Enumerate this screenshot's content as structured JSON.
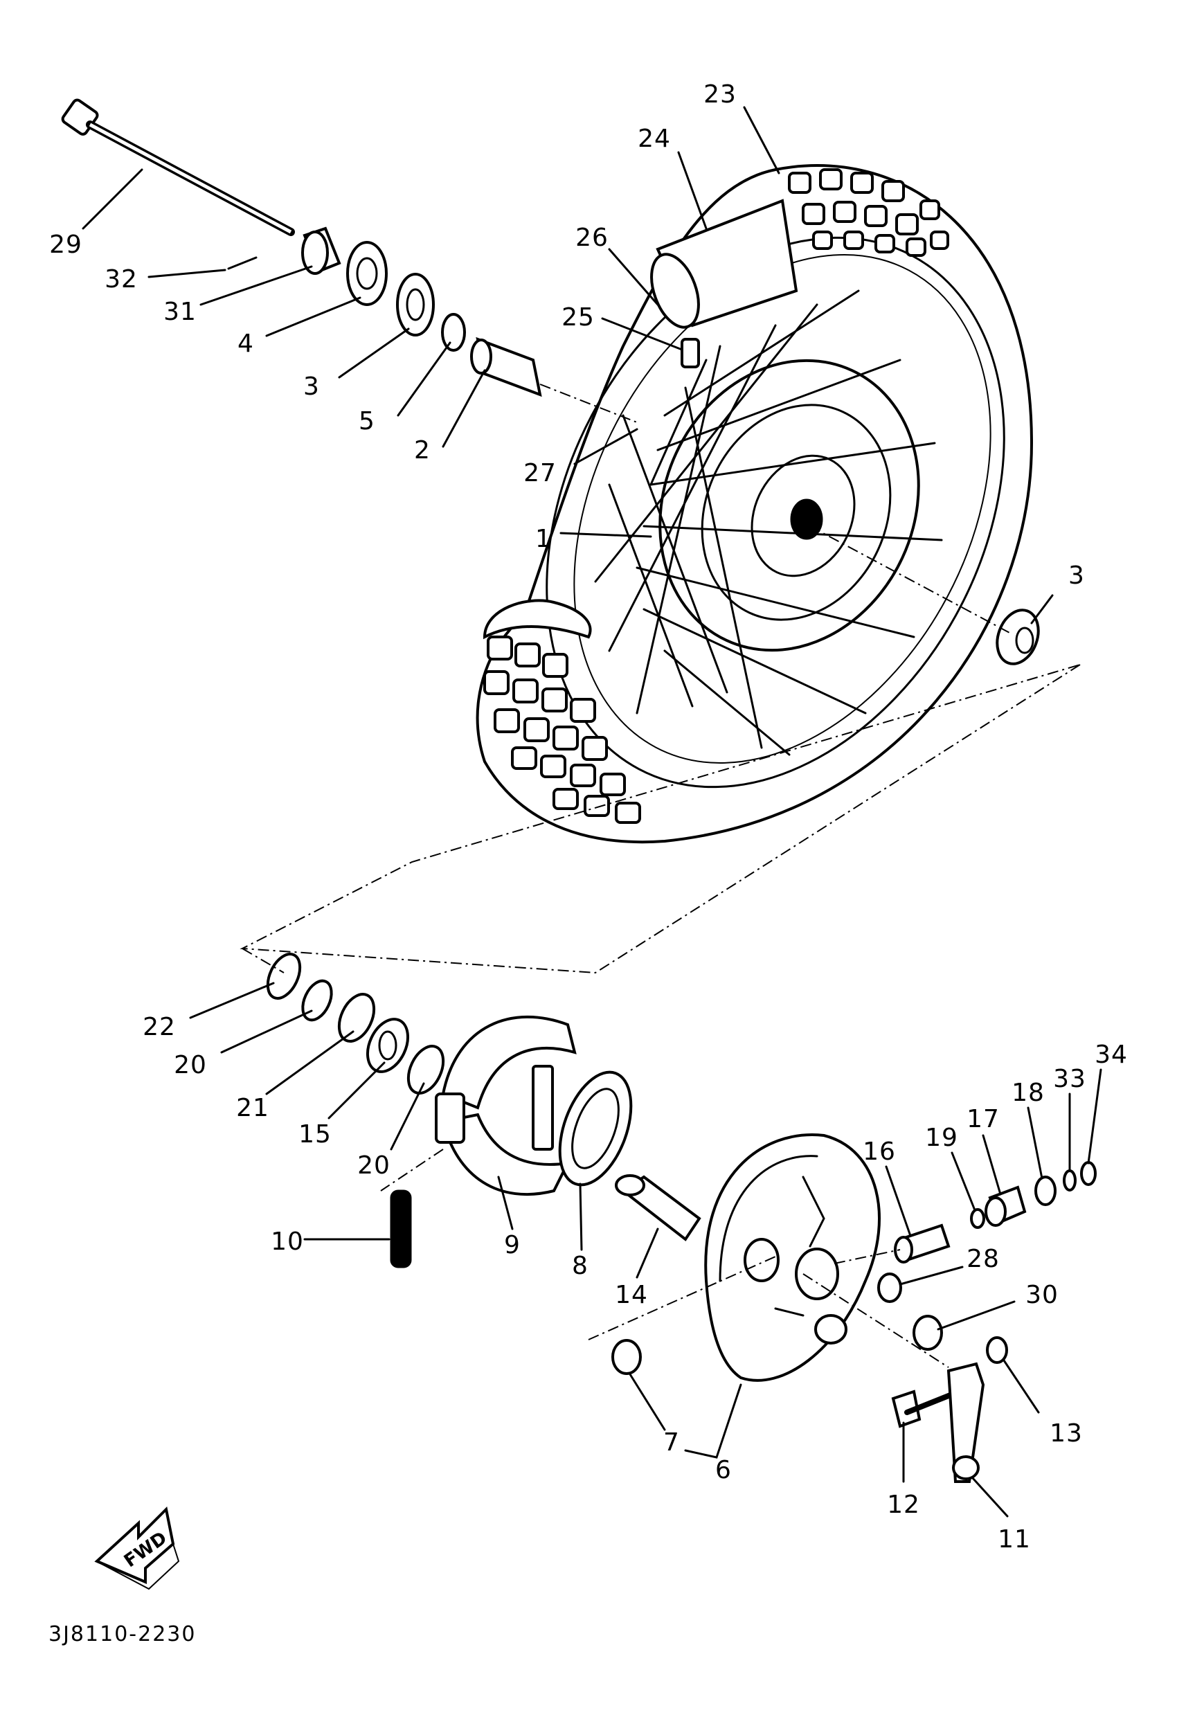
{
  "diagram": {
    "code": "3J8110-2230",
    "fwd_label": "FWD",
    "callouts": [
      "23",
      "24",
      "26",
      "25",
      "29",
      "32",
      "31",
      "4",
      "3",
      "5",
      "2",
      "27",
      "1",
      "3",
      "22",
      "20",
      "21",
      "15",
      "20",
      "10",
      "9",
      "8",
      "14",
      "16",
      "19",
      "17",
      "18",
      "33",
      "34",
      "28",
      "30",
      "13",
      "7",
      "6",
      "12",
      "11"
    ]
  }
}
